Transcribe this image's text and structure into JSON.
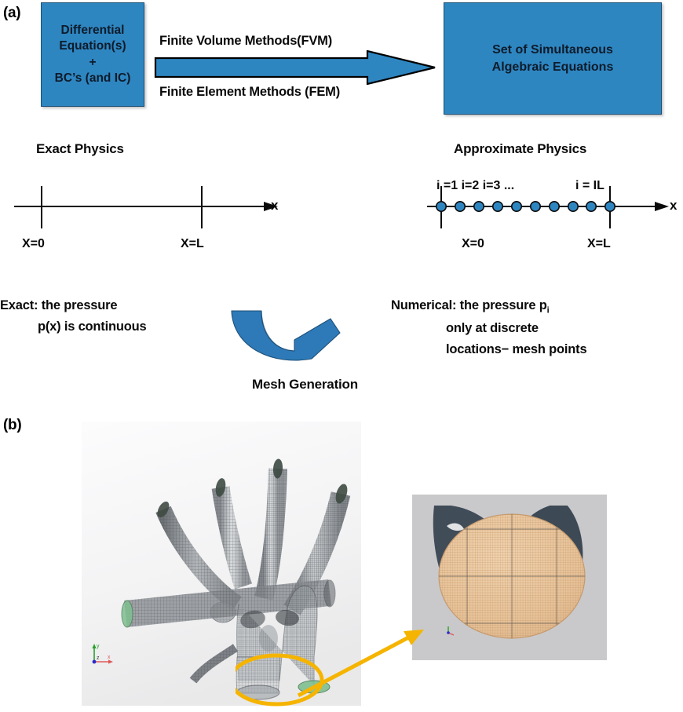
{
  "figure": {
    "panel_a_letter": "(a)",
    "panel_b_letter": "(b)"
  },
  "flow": {
    "source_box": {
      "name": "differential-equations-box",
      "lines": [
        "Differential",
        "Equation(s)",
        "+",
        "BC’s (and IC)"
      ],
      "fill_color": "#2E86C1",
      "border_color": "#1A4E73",
      "text_color": "#0D1B2A"
    },
    "target_box": {
      "name": "algebraic-equations-box",
      "lines": [
        "Set of Simultaneous",
        "Algebraic Equations"
      ],
      "fill_color": "#2E86C1",
      "border_color": "#1A4E73",
      "text_color": "#0D1B2A"
    },
    "arrow": {
      "label_above": "Finite Volume Methods(FVM)",
      "label_below": "Finite Element Methods (FEM)",
      "fill_color": "#2E86C1",
      "outline_color": "#000000",
      "direction": "right"
    }
  },
  "axes": {
    "exact": {
      "heading": "Exact Physics",
      "axis_variable": "x",
      "tick_left": "X=0",
      "tick_right": "X=L",
      "mesh_points": 0
    },
    "approximate": {
      "heading": "Approximate Physics",
      "axis_variable": "x",
      "tick_left": "X=0",
      "tick_right": "X=L",
      "index_labels_left": "i =1  i=2 i=3 ...",
      "index_label_right": "i = IL",
      "mesh_points": 10,
      "mesh_point_color": "#2E86C1",
      "mesh_point_outline": "#0B0B0B"
    }
  },
  "descriptions": {
    "exact": {
      "line1": "Exact:  the pressure",
      "line2": "p(x) is continuous"
    },
    "numerical": {
      "line1_pre": "Numerical: the pressure p",
      "line1_sub": "i",
      "line2": "only at  discrete",
      "line3": "locations− mesh points"
    },
    "mesh_generation_label": "Mesh Generation",
    "mesh_generation_arrow_color": "#2E7AB8"
  },
  "renders": {
    "main": {
      "name": "aorta-volume-mesh-render",
      "description": "3D surface mesh of an aortic arch model with branching vessels",
      "background": "#F4F4F5",
      "mesh_color": "#6E7276",
      "inlet_outlet_color": "#7FBF8F",
      "axis_triad": {
        "x": "x",
        "y": "y",
        "z": "z"
      }
    },
    "inset": {
      "name": "cross-section-mesh-render",
      "description": "Zoomed circular cross-section showing structured quadrilateral mesh",
      "background": "#C9C9CB",
      "section_fill": "#E8C49A",
      "surround_color": "#3A4652"
    },
    "callout": {
      "name": "zoom-callout",
      "shape": "ellipse-with-arrow",
      "color": "#F5B400"
    }
  }
}
